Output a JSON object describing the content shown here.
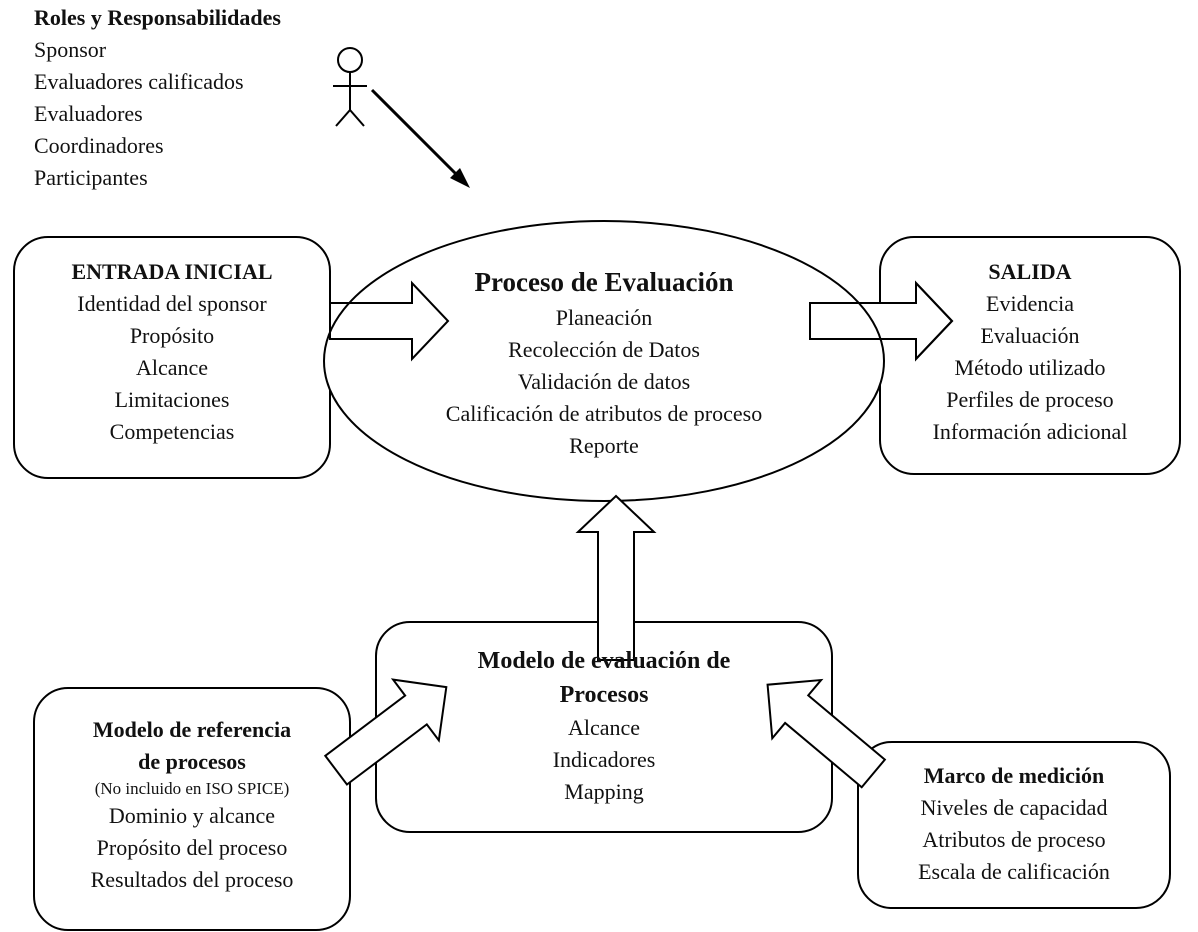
{
  "roles": {
    "title": "Roles y Responsabilidades",
    "items": [
      "Sponsor",
      "Evaluadores calificados",
      "Evaluadores",
      "Coordinadores",
      "Participantes"
    ]
  },
  "entrada": {
    "title": "ENTRADA INICIAL",
    "items": [
      "Identidad del sponsor",
      "Propósito",
      "Alcance",
      "Limitaciones",
      "Competencias"
    ]
  },
  "proceso": {
    "title": "Proceso de Evaluación",
    "items": [
      "Planeación",
      "Recolección de Datos",
      "Validación de datos",
      "Calificación de atributos de proceso",
      "Reporte"
    ]
  },
  "salida": {
    "title": "SALIDA",
    "items": [
      "Evidencia",
      "Evaluación",
      "Método utilizado",
      "Perfiles de proceso",
      "Información adicional"
    ]
  },
  "modelo_evaluacion": {
    "title_line1": "Modelo de evaluación de",
    "title_line2": "Procesos",
    "items": [
      "Alcance",
      "Indicadores",
      "Mapping"
    ]
  },
  "modelo_referencia": {
    "title_line1": "Modelo de referencia",
    "title_line2": "de procesos",
    "note": "(No incluido en ISO SPICE)",
    "items": [
      "Dominio y alcance",
      "Propósito del proceso",
      "Resultados del proceso"
    ]
  },
  "marco": {
    "title": "Marco de medición",
    "items": [
      "Niveles de capacidad",
      "Atributos de proceso",
      "Escala de calificación"
    ]
  }
}
